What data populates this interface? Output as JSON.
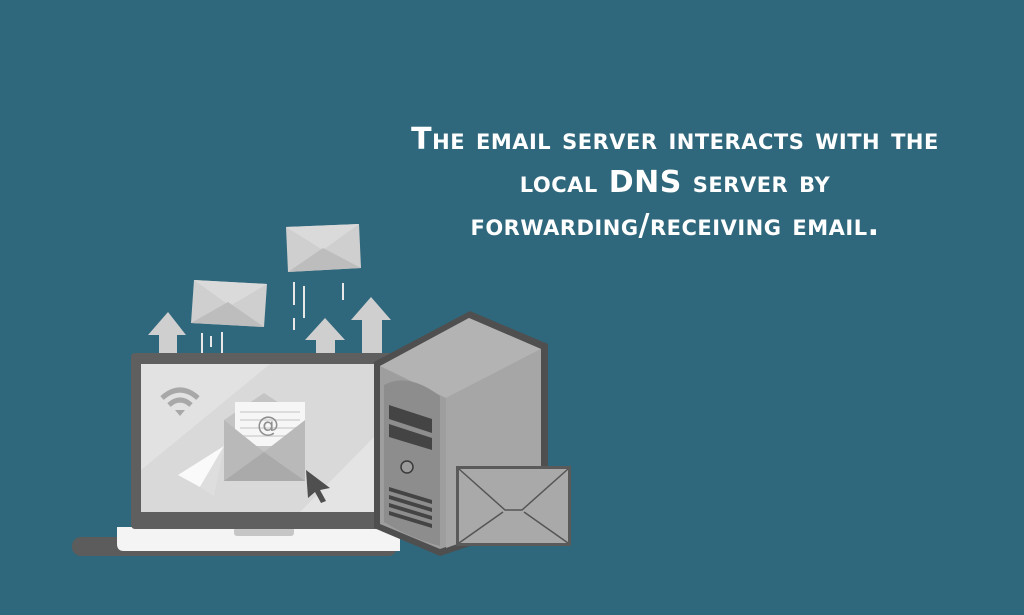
{
  "caption": {
    "line1": "The email server interacts with the",
    "line2_pre": "local ",
    "line2_dns": "DNS",
    "line2_post": " server by",
    "line3": "forwarding/receiving email."
  },
  "illustration": {
    "at_symbol": "@",
    "background_color": "#2f687c",
    "laptop_frame_color": "#5f5f5f",
    "screen_color": "#dcdcdc",
    "server_color": "#9c9c9c"
  }
}
